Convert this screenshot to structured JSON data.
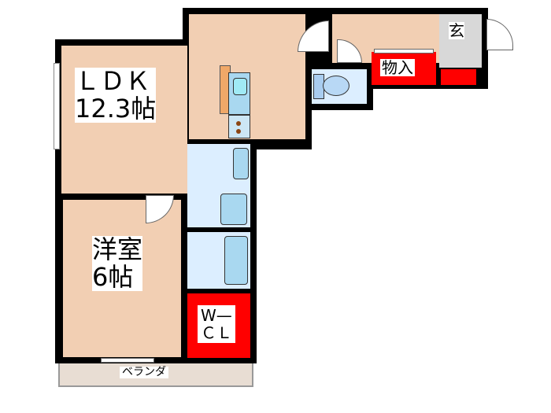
{
  "rooms": {
    "ldk": {
      "name": "ＬＤＫ",
      "size": "12.3帖"
    },
    "western": {
      "name": "洋室",
      "size": "6帖"
    },
    "closet": {
      "name": "物入"
    },
    "entrance": {
      "name": "玄"
    },
    "wic": {
      "line1": "W—",
      "line2": "ＣＬ"
    },
    "veranda": {
      "name": "ベランダ"
    }
  },
  "colors": {
    "floor": "#f2cfb3",
    "wet": "#dceeff",
    "storage": "#ff0000",
    "entrance": "#d8d8d8",
    "veranda": "#e8ddd3"
  }
}
